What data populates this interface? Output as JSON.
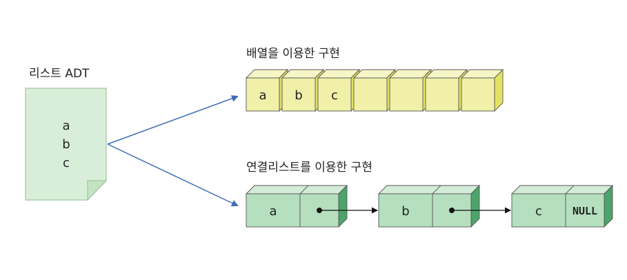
{
  "list_adt": {
    "title": "리스트 ADT",
    "items": [
      "a",
      "b",
      "c"
    ]
  },
  "array_impl": {
    "title": "배열을 이용한 구현",
    "cells": [
      "a",
      "b",
      "c",
      "",
      "",
      "",
      ""
    ]
  },
  "linked_impl": {
    "title": "연결리스트를 이용한 구현",
    "nodes": [
      {
        "data": "a",
        "link": ""
      },
      {
        "data": "b",
        "link": ""
      },
      {
        "data": "c",
        "link": "NULL"
      }
    ]
  },
  "colors": {
    "document_fill": "#d9eed8",
    "document_stroke": "#9cc79c",
    "array_front": "#f0f0a8",
    "array_top": "#f6f6c6",
    "array_side": "#e2e262",
    "node_front": "#b5dfbf",
    "node_top": "#d2ecd8",
    "node_side": "#4ca46a",
    "arrow_blue": "#3d6db5"
  }
}
